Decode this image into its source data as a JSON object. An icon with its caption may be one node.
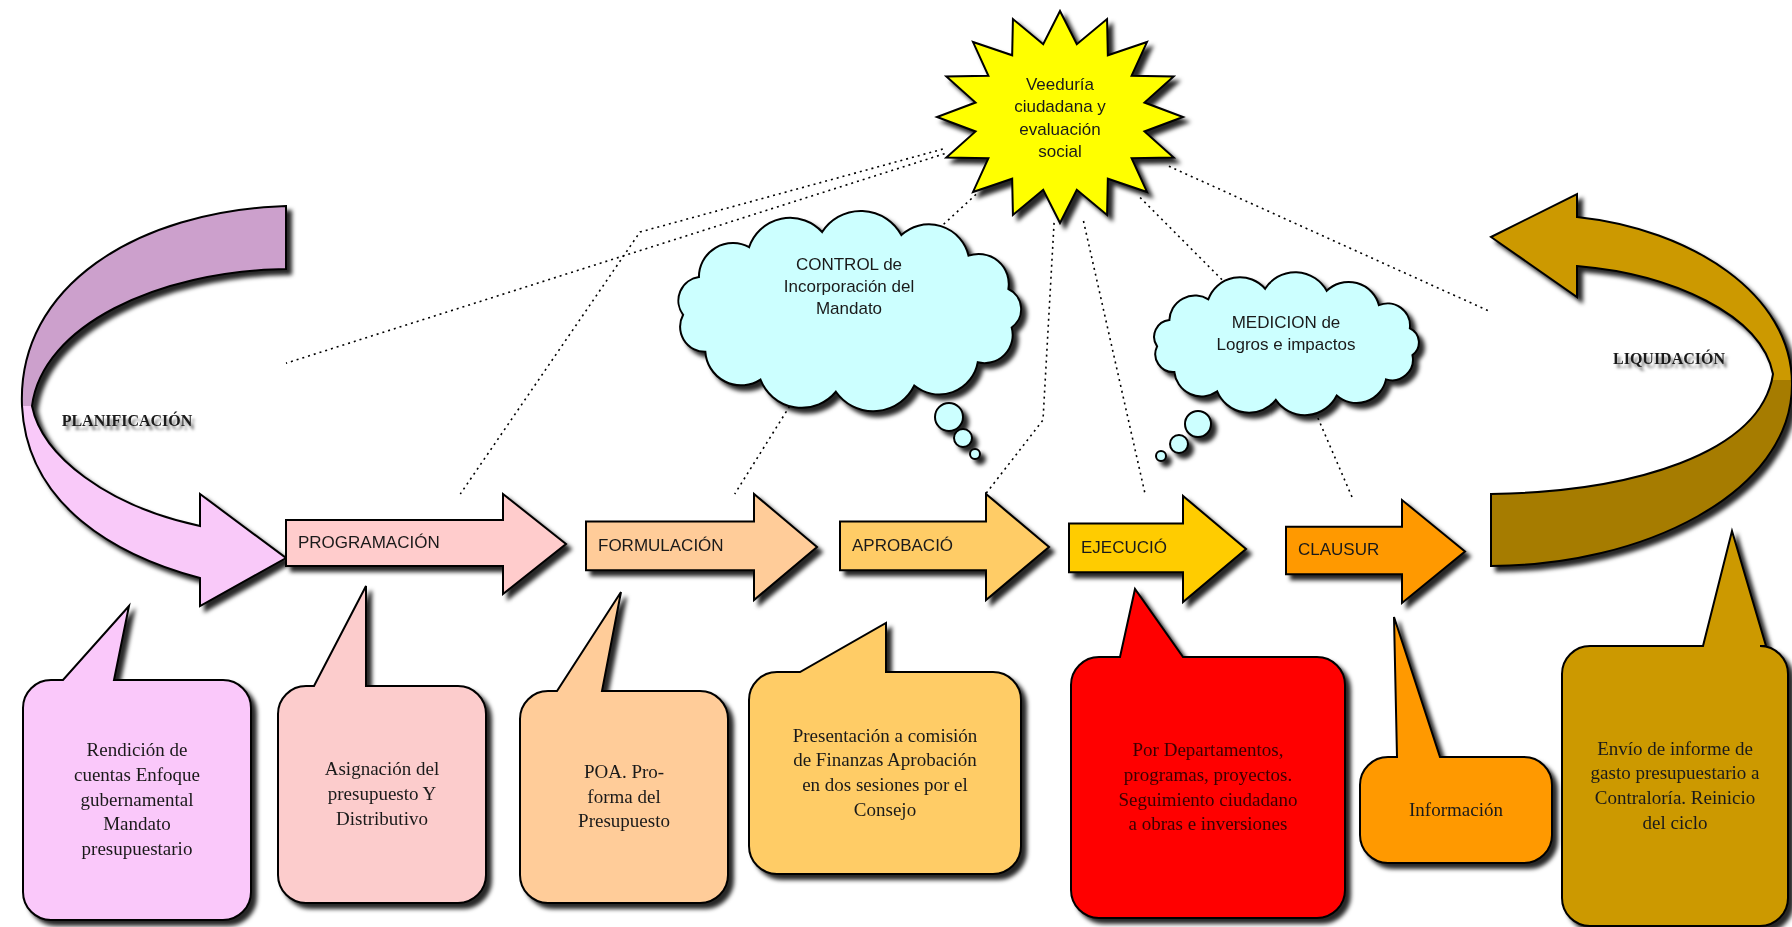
{
  "diagram": {
    "nodes": [
      {
        "text": [
          "Veeduría ciudadana y evaluación social"
        ]
      },
      {
        "text": [
          "CONTROL de Incorporación del Mandato"
        ]
      },
      {
        "text": [
          "MEDICION de Logros e impactos"
        ]
      },
      {
        "text": [
          "PLANIFICACIÓN"
        ]
      },
      {
        "text": [
          "PROGRAMACIÓN"
        ]
      },
      {
        "text": [
          "FORMULACIÓN"
        ]
      },
      {
        "text": [
          "APROBACIÓ"
        ]
      },
      {
        "text": [
          "EJECUCIÓ"
        ]
      },
      {
        "text": [
          "CLAUSUR"
        ]
      },
      {
        "text": [
          "LIQUIDACIÓN"
        ]
      },
      {
        "text": [
          "Rendición de cuentas Enfoque gubernamental Mandato presupuestario"
        ]
      },
      {
        "text": [
          "Asignación del presupuesto Y Distributivo"
        ]
      },
      {
        "text": [
          "POA. Pro-forma del Presupuesto"
        ]
      },
      {
        "text": [
          "Presentación a comisión de Finanzas Aprobación en dos sesiones por el Consejo"
        ]
      },
      {
        "text": [
          "Por Departamentos, programas, proyectos. Seguimiento ciudadano a obras e inversiones"
        ]
      },
      {
        "text": [
          "Información"
        ]
      },
      {
        "text": [
          "Envío de informe de gasto presupuestario a Contraloría. Reinicio del ciclo"
        ]
      }
    ],
    "edges": [
      {
        "from": 0,
        "to": 3,
        "arrow": "none",
        "style": "dashed"
      },
      {
        "from": 0,
        "to": 4,
        "arrow": "none",
        "style": "dashed"
      },
      {
        "from": 0,
        "to": 1,
        "arrow": "none",
        "style": "dashed"
      },
      {
        "from": 0,
        "to": 6,
        "arrow": "none",
        "style": "dashed"
      },
      {
        "from": 0,
        "to": 7,
        "arrow": "none",
        "style": "dashed"
      },
      {
        "from": 0,
        "to": 2,
        "arrow": "none",
        "style": "dashed"
      },
      {
        "from": 0,
        "to": 9,
        "arrow": "none",
        "style": "dashed"
      },
      {
        "from": 1,
        "to": 5,
        "arrow": "none",
        "style": "dashed"
      },
      {
        "from": 2,
        "to": 8,
        "arrow": "none",
        "style": "dashed"
      }
    ]
  }
}
